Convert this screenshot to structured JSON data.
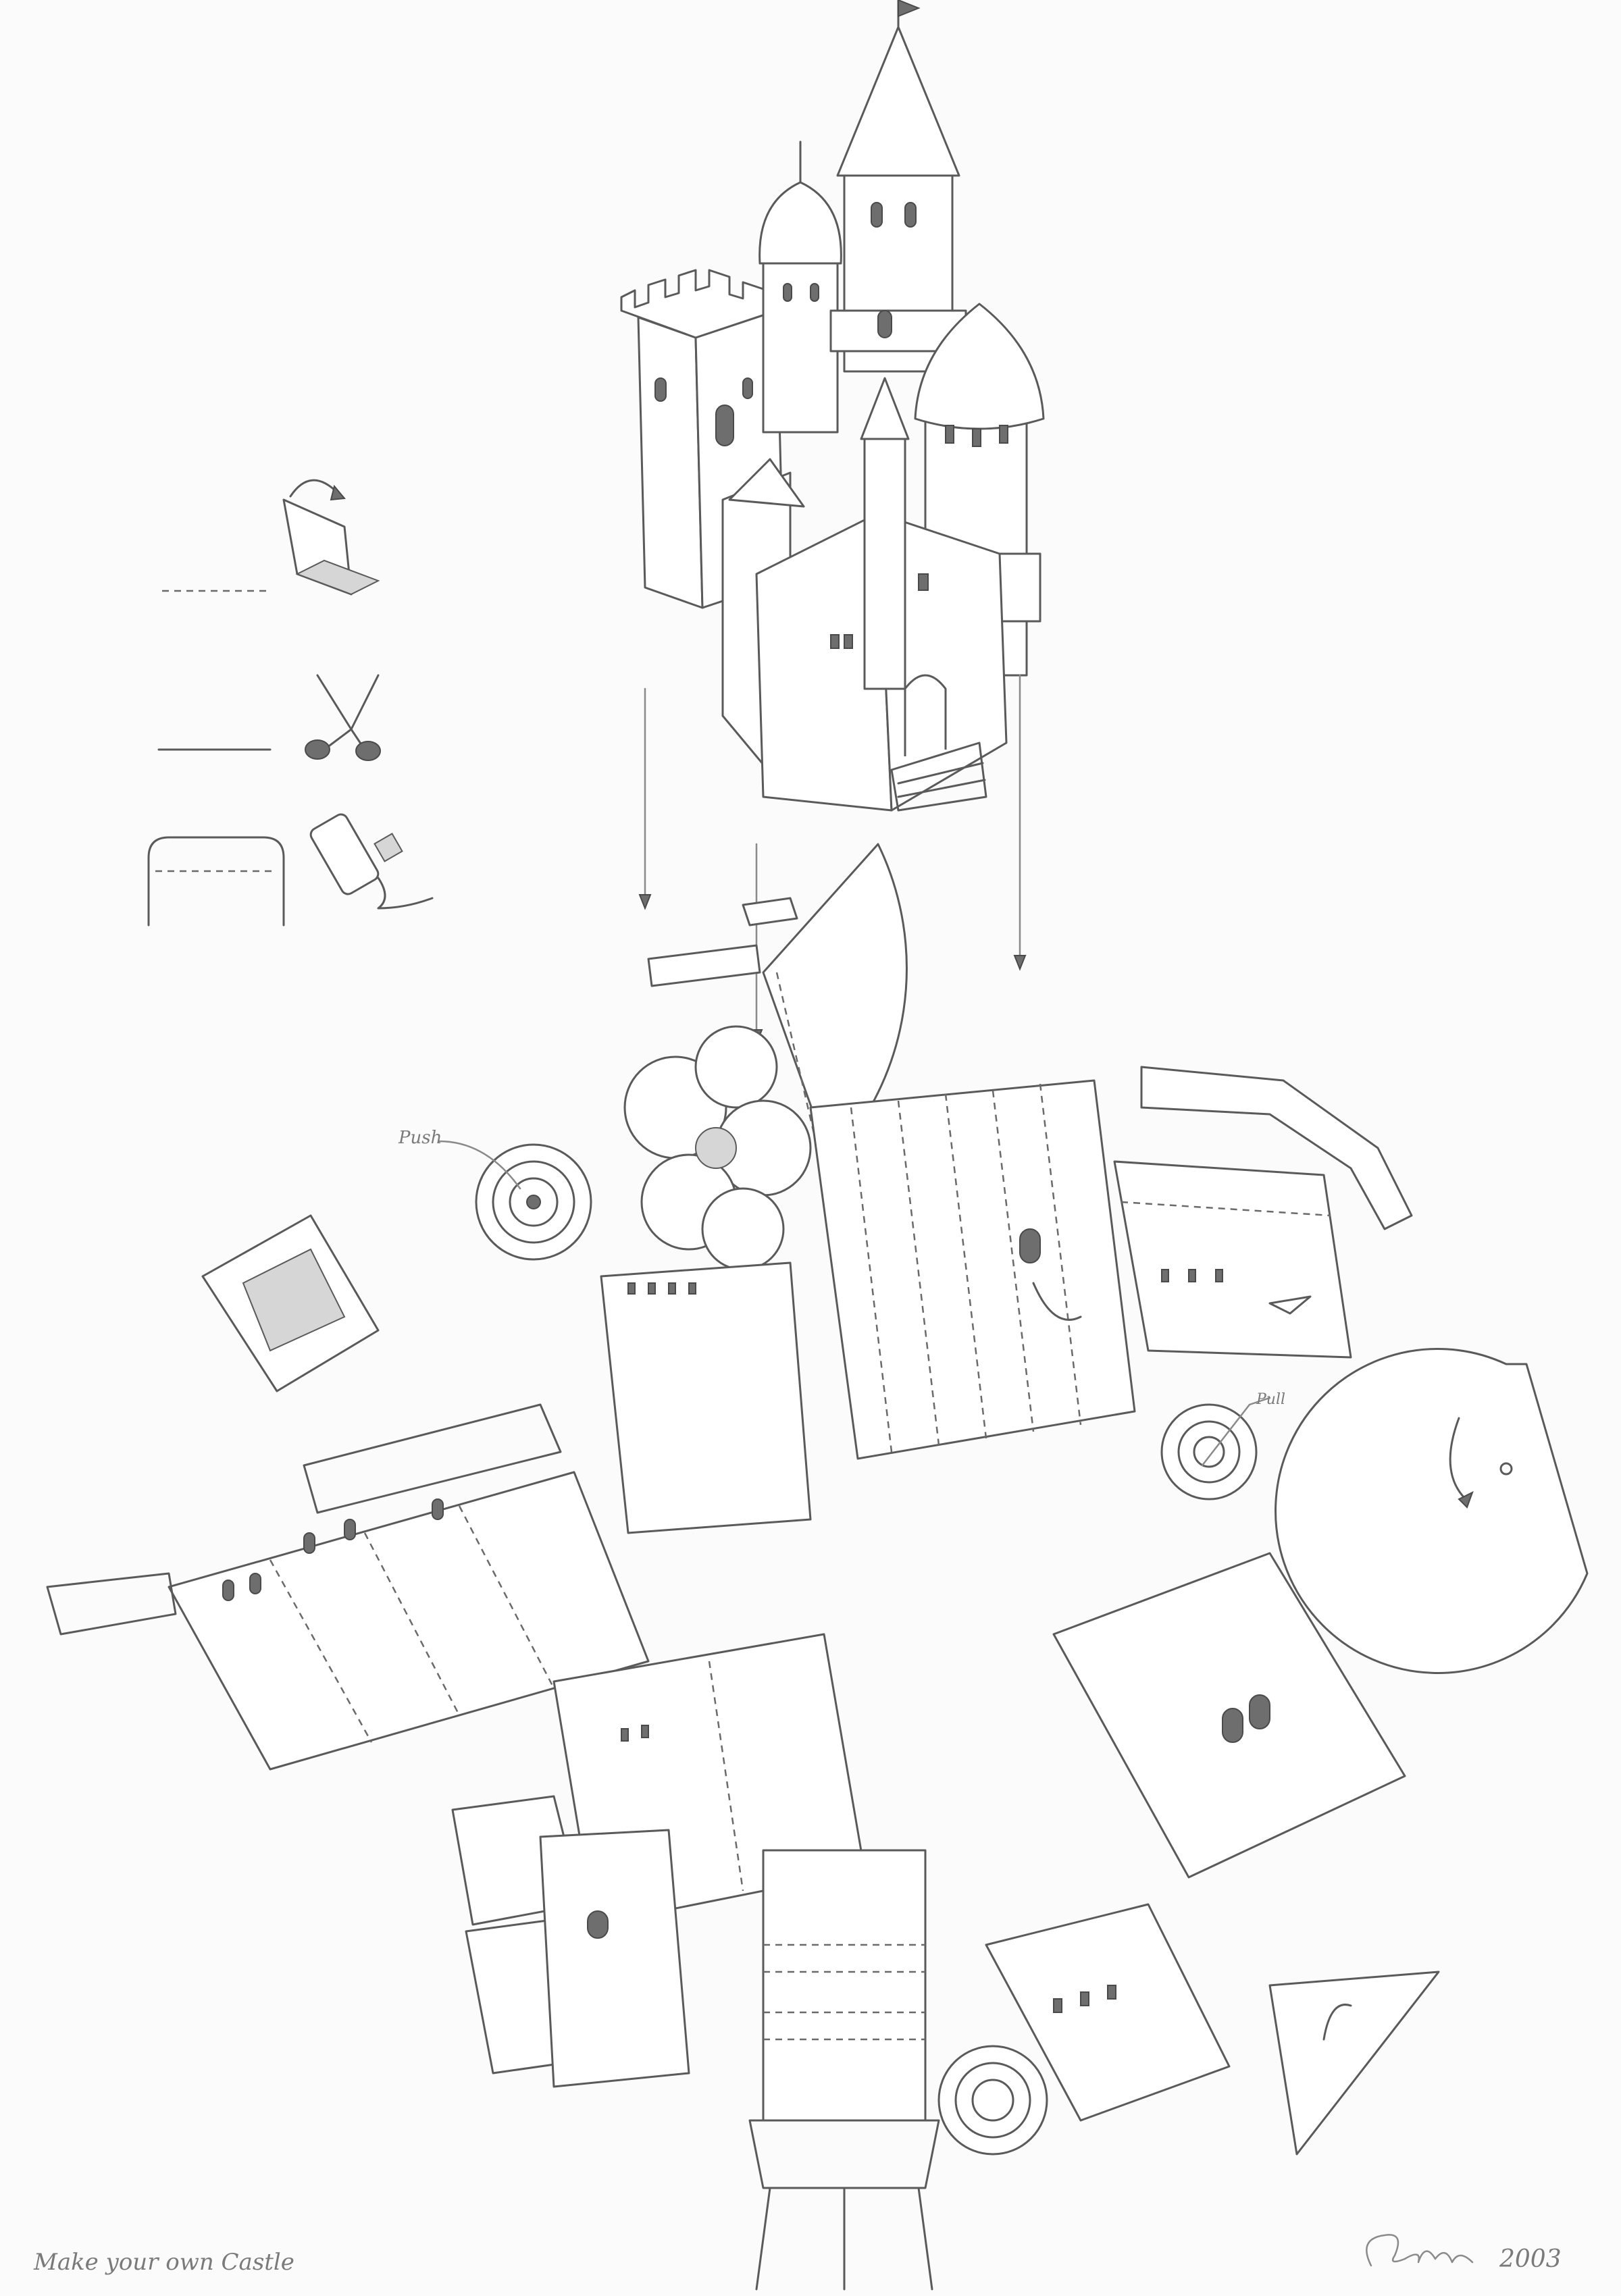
{
  "caption": {
    "title": "Make your own Castle",
    "year": "2003"
  },
  "labels": {
    "push": "Push",
    "pull": "Pull"
  },
  "legend": {
    "items": [
      {
        "icon": "fold-arrow-icon",
        "line": "dashed"
      },
      {
        "icon": "scissors-icon",
        "line": "solid"
      },
      {
        "icon": "glue-tube-icon",
        "line": "tab"
      }
    ]
  },
  "signature": "handwritten signature",
  "colors": {
    "pencil": "#5a5a5a",
    "paper": "#fbfbfb"
  }
}
